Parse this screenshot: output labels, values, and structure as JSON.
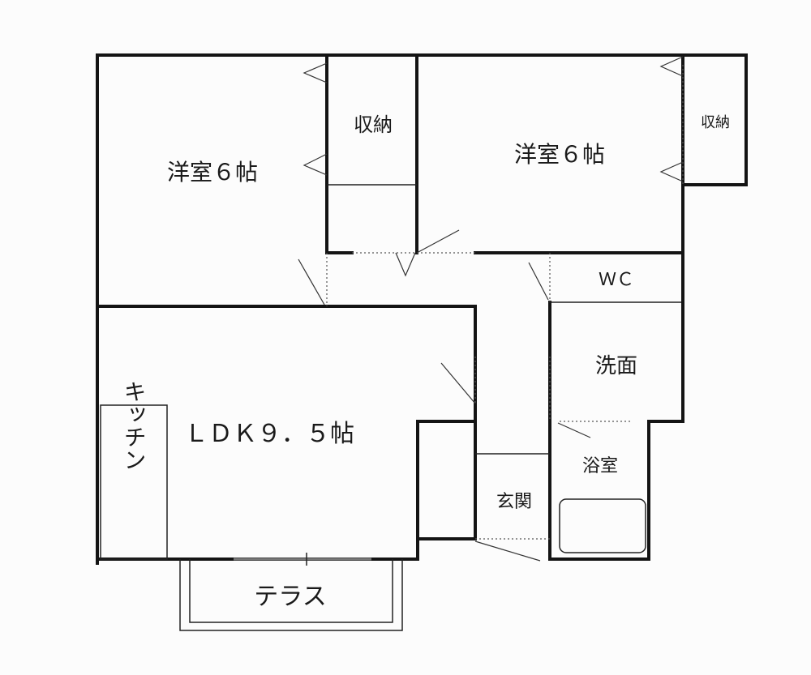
{
  "rooms": {
    "western_room_left": "洋室６帖",
    "western_room_right": "洋室６帖",
    "storage_left": "収納",
    "storage_right": "収納",
    "wc": "ＷＣ",
    "washroom": "洗面",
    "bathroom": "浴室",
    "ldk": "ＬＤＫ９．５帖",
    "kitchen": "キッチン",
    "entrance": "玄関",
    "terrace": "テラス"
  }
}
